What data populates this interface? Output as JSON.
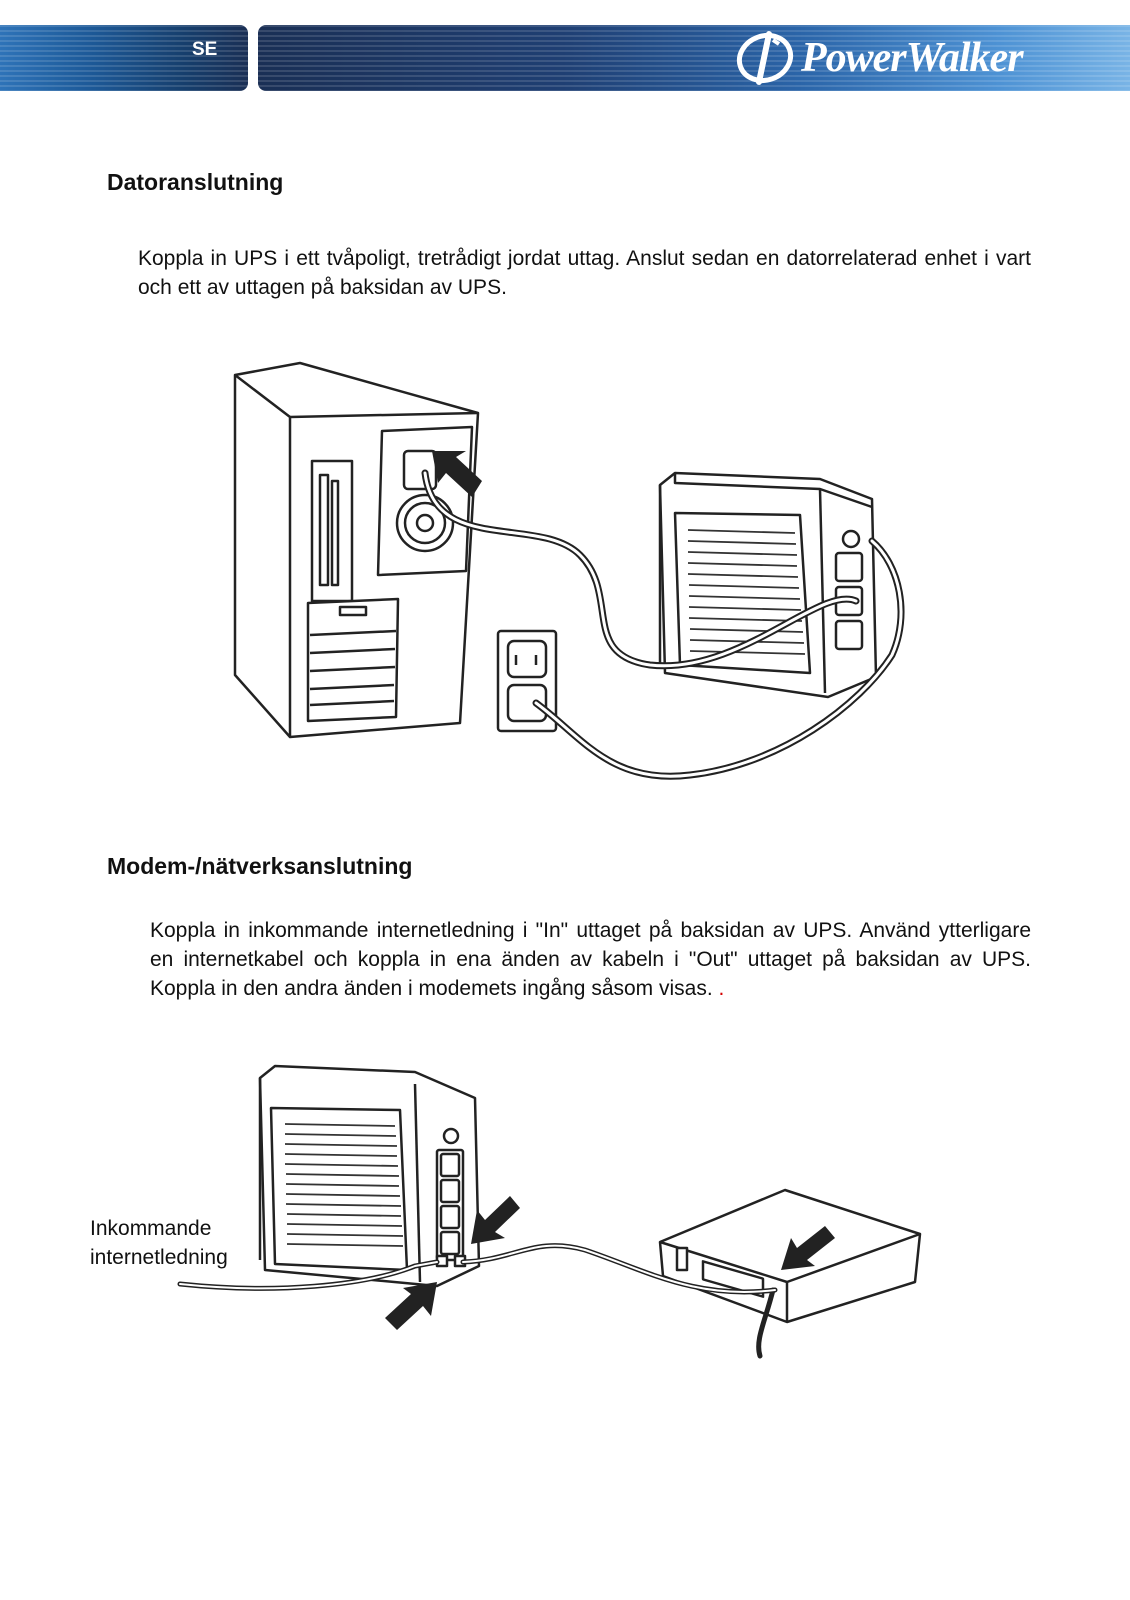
{
  "header": {
    "lang_code": "SE",
    "brand": "PowerWalker"
  },
  "sections": [
    {
      "title": "Datoranslutning",
      "paragraph": "Koppla in UPS i ett tvåpoligt, tretrådigt jordat uttag. Anslut sedan en datorrelaterad enhet i vart och ett av uttagen på baksidan av UPS."
    },
    {
      "title": "Modem-/nätverksanslutning",
      "paragraph": "Koppla in inkommande internetledning i \"In\" uttaget på baksidan av UPS. Använd ytterligare en internetkabel och koppla in ena änden av kabeln i \"Out\" uttaget på baksidan av UPS. Koppla in den andra änden i modemets ingång såsom visas.",
      "paragraph_suffix": ".",
      "figure_label": [
        "Inkommande",
        "internetledning"
      ]
    }
  ]
}
